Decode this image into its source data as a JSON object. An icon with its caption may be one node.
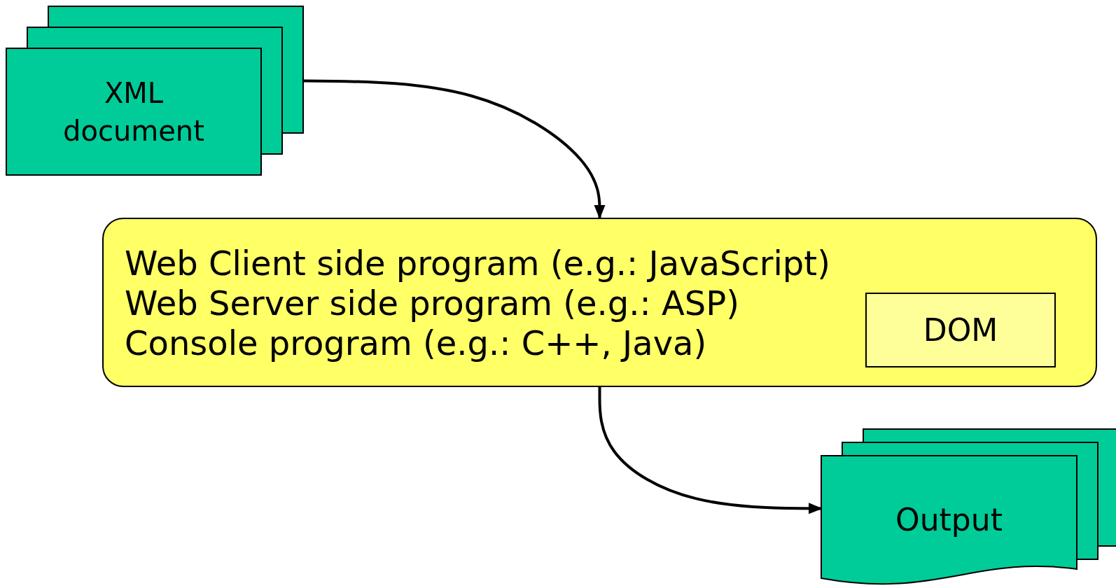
{
  "diagram": {
    "nodes": [
      {
        "text": [
          "XML document"
        ]
      },
      {
        "text": [
          "Web Client side program (e.g.: JavaScript)",
          "Web Server side program (e.g.: ASP)",
          "Console program (e.g.: C++, Java)"
        ]
      },
      {
        "text": [
          "DOM"
        ],
        "in": 1
      },
      {
        "text": [
          "Output"
        ]
      }
    ],
    "edges": [
      {
        "from": 0,
        "to": 1,
        "arrow": "to"
      },
      {
        "from": 1,
        "to": 3,
        "arrow": "to"
      }
    ]
  }
}
